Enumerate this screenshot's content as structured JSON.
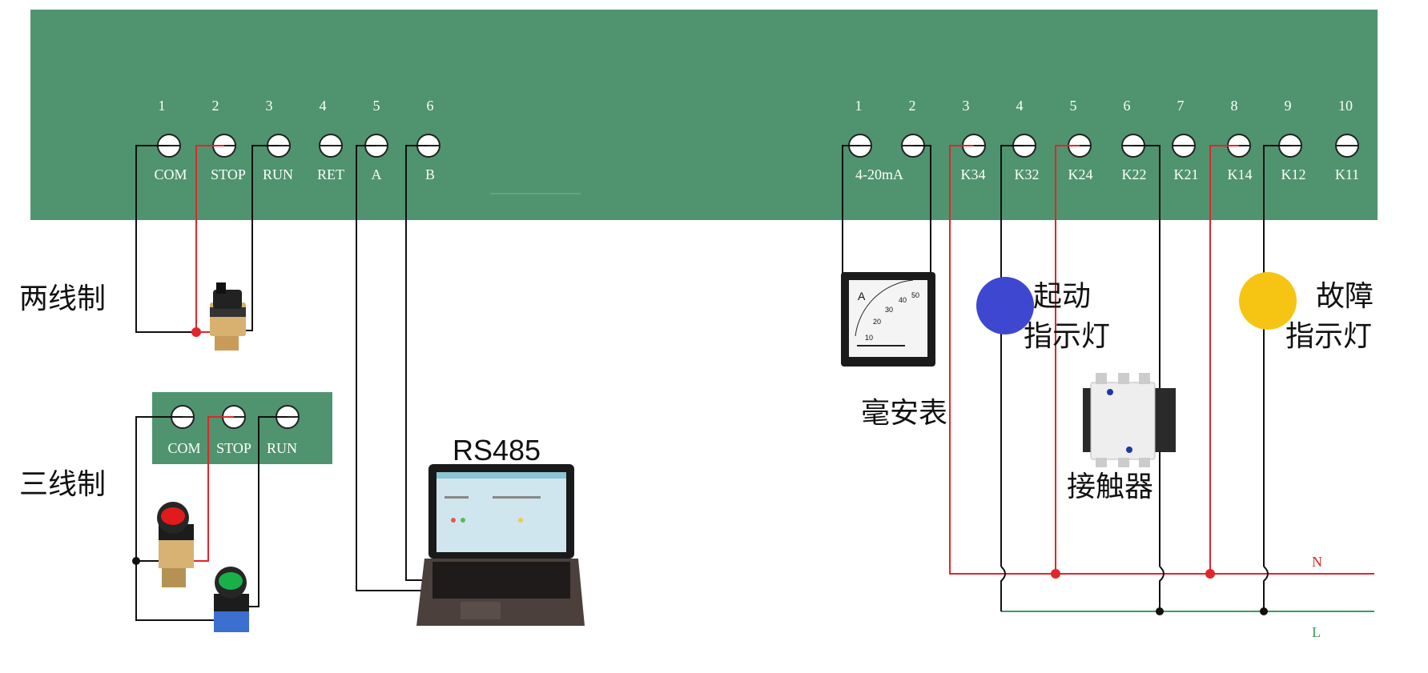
{
  "colors": {
    "board": "#4f946e",
    "wire_black": "#111111",
    "wire_red": "#e0262b",
    "wire_green": "#3c9b5a",
    "start_lamp": "#3d47cf",
    "fault_lamp": "#f6c514"
  },
  "left_block": {
    "numbers": [
      "1",
      "2",
      "3",
      "4",
      "5",
      "6"
    ],
    "labels": [
      "COM",
      "STOP",
      "RUN",
      "RET",
      "A",
      "B"
    ]
  },
  "right_block": {
    "numbers": [
      "1",
      "2",
      "3",
      "4",
      "5",
      "6",
      "7",
      "8",
      "9",
      "10"
    ],
    "analog_label": "4-20mA",
    "relay_labels": [
      "K34",
      "K32",
      "K24",
      "K22",
      "K21",
      "K14",
      "K12",
      "K11"
    ]
  },
  "three_wire_block": {
    "labels": [
      "COM",
      "STOP",
      "RUN"
    ]
  },
  "captions": {
    "two_wire": "两线制",
    "three_wire": "三线制",
    "rs485": "RS485",
    "ammeter": "毫安表",
    "start_lamp_line1": "起动",
    "start_lamp_line2": "指示灯",
    "fault_lamp_line1": "故障",
    "fault_lamp_line2": "指示灯",
    "contactor": "接触器",
    "neutral": "N",
    "line": "L"
  },
  "icons": [
    "selector-switch-icon",
    "red-push-button-icon",
    "green-push-button-icon",
    "laptop-icon",
    "ammeter-icon",
    "contactor-icon",
    "indicator-lamp-icon"
  ],
  "ammeter_scale": [
    "10",
    "20",
    "30",
    "40",
    "50",
    "A"
  ]
}
